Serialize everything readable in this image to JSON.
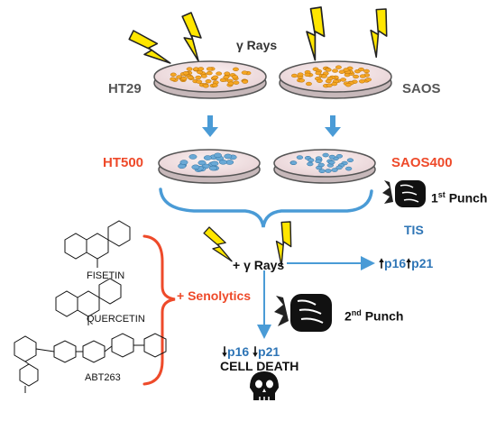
{
  "title": "γ Rays",
  "cell_lines": {
    "left_parent": "HT29",
    "right_parent": "SAOS",
    "left_senescent": "HT500",
    "right_senescent": "SAOS400"
  },
  "second_irradiation": "+ γ Rays",
  "first_punch": {
    "number": "1",
    "suffix": "st",
    "label": "Punch"
  },
  "second_punch": {
    "number": "2",
    "suffix": "nd",
    "label": "Punch"
  },
  "tis": "TIS",
  "markers": {
    "p16": "p16",
    "p21": "p21"
  },
  "senolytics": "+ Senolytics",
  "drugs": [
    "FISETIN",
    "QUERCETIN",
    "ABT263"
  ],
  "cell_death": "CELL DEATH",
  "colors": {
    "accent_red": "#ee4a2a",
    "accent_blue": "#2e75b6",
    "bolt_yellow": "#ffe600",
    "cell_orange": "#f5a623",
    "cell_blue": "#6aa9d6"
  }
}
